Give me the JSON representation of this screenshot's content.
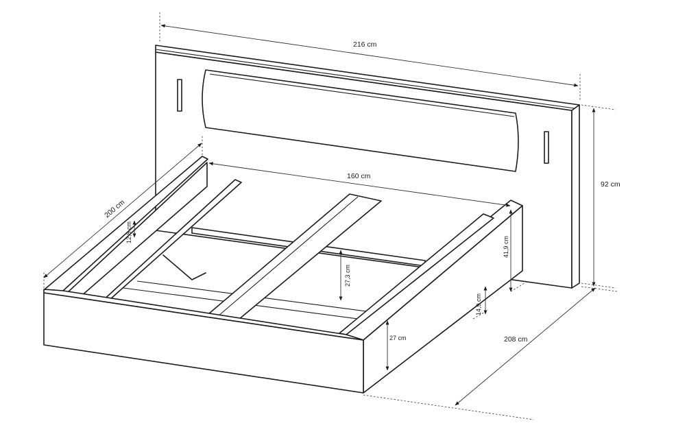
{
  "dimensions": {
    "headboard_width": "216 cm",
    "headboard_height": "92 cm",
    "bed_length": "200 cm",
    "mattress_width": "160 cm",
    "overall_length": "208 cm",
    "frame_height": "27 cm",
    "side_rail_height": "41,9 cm",
    "leg_clearance": "14,9 cm",
    "slat_support_depth": "27,3 cm",
    "rail_ledge_height": "12,8 cm"
  }
}
